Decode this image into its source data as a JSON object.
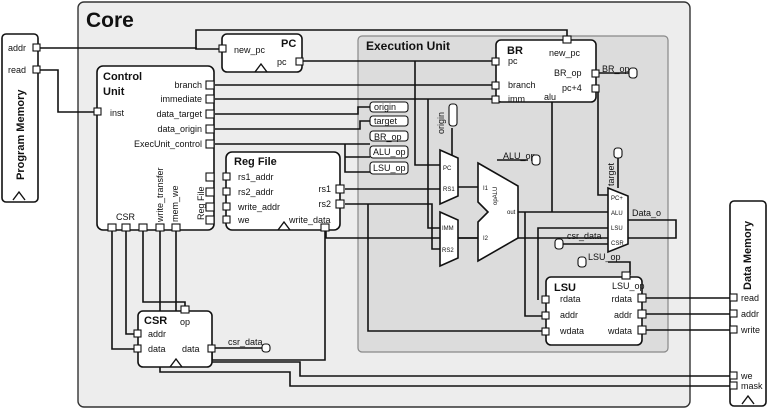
{
  "core": {
    "title": "Core"
  },
  "execution_unit": {
    "title": "Execution Unit"
  },
  "program_memory": {
    "title": "Program Memory",
    "addr": "addr",
    "read": "read"
  },
  "data_memory": {
    "title": "Data Memory",
    "read": "read",
    "addr": "addr",
    "write": "write",
    "we": "we",
    "mask": "mask"
  },
  "pc": {
    "title": "PC",
    "new_pc": "new_pc",
    "pc": "pc"
  },
  "control_unit": {
    "title_1": "Control",
    "title_2": "Unit",
    "inst": "inst",
    "outputs": [
      "branch",
      "immediate",
      "data_target",
      "data_origin",
      "ExecUnit_control"
    ],
    "reg_file": "Reg File",
    "csr": "CSR",
    "write_transfer": "write_transfer",
    "mem_we": "mem_we"
  },
  "reg_file": {
    "title": "Reg File",
    "inputs": [
      "rs1_addr",
      "rs2_addr",
      "write_addr",
      "we"
    ],
    "rs1": "rs1",
    "rs2": "rs2",
    "write_data": "write_data"
  },
  "csr": {
    "title": "CSR",
    "op": "op",
    "addr": "addr",
    "data_in": "data",
    "data_out": "data",
    "csr_data": "csr_data"
  },
  "br": {
    "title": "BR",
    "new_pc": "new_pc",
    "pc": "pc",
    "branch": "branch",
    "imm": "imm",
    "br_op": "BR_op",
    "br_op_out": "BR_op",
    "pc4": "pc+4",
    "alu": "alu"
  },
  "signals": [
    "origin",
    "target",
    "BR_op",
    "ALU_op",
    "LSU_op"
  ],
  "origin_v": "origin",
  "alu": {
    "alu_op": "ALU_op",
    "name": "opALU",
    "i1": "I1",
    "i2": "I2",
    "out": "out"
  },
  "mux_left": {
    "pc": "PC",
    "rs1": "RS1",
    "imm": "IMM",
    "rs2": "RS2"
  },
  "mux_right": {
    "target": "target",
    "inputs": [
      "PC+",
      "ALU",
      "LSU",
      "CSR"
    ],
    "data_o": "Data_o"
  },
  "csr_data_bus": "csr_data",
  "lsu_op_bus": "LSU_op",
  "lsu": {
    "title": "LSU",
    "lsu_op": "LSU_op",
    "rdata_l": "rdata",
    "addr_l": "addr",
    "wdata_l": "wdata",
    "rdata_r": "rdata",
    "addr_r": "addr",
    "wdata_r": "wdata"
  }
}
